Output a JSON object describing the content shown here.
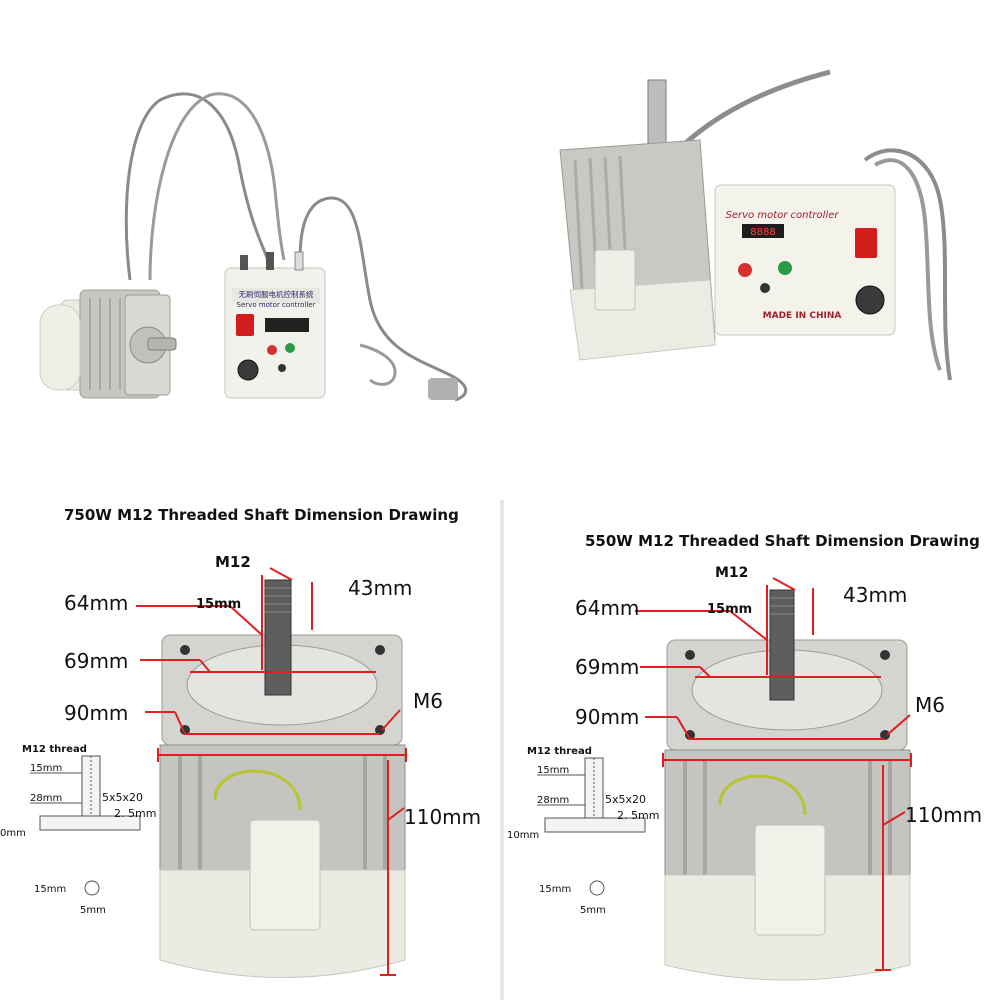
{
  "photo_left": {
    "controller_cn": "无刷伺服电机控制系统",
    "controller_en": "Servo motor controller"
  },
  "photo_right": {
    "controller_label": "Servo motor controller",
    "display": "8888",
    "made_in": "MADE IN CHINA"
  },
  "drawing_750": {
    "title": "750W M12 Threaded Shaft Dimension Drawing",
    "m12": "M12",
    "d15": "15mm",
    "d43": "43mm",
    "d64": "64mm",
    "d69": "69mm",
    "d90": "90mm",
    "m6": "M6",
    "d110": "110mm",
    "thread": "M12 thread",
    "t15": "15mm",
    "t28": "28mm",
    "key": "5x5x20",
    "k25": "2. 5mm",
    "t10": "0mm",
    "s15": "15mm",
    "s5": "5mm"
  },
  "drawing_550": {
    "title": "550W M12 Threaded Shaft Dimension Drawing",
    "m12": "M12",
    "d15": "15mm",
    "d43": "43mm",
    "d64": "64mm",
    "d69": "69mm",
    "d90": "90mm",
    "m6": "M6",
    "d110": "110mm",
    "thread": "M12 thread",
    "t15": "15mm",
    "t28": "28mm",
    "key": "5x5x20",
    "k25": "2. 5mm",
    "t10": "10mm",
    "s15": "15mm",
    "s5": "5mm"
  }
}
